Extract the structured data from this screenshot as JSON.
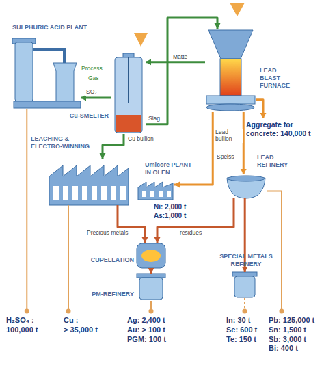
{
  "diagram": {
    "nodes": [
      {
        "text": [
          "SULPHURIC ACID PLANT"
        ]
      },
      {
        "text": [
          "Cu-SMELTER"
        ]
      },
      {
        "text": [
          "LEAD BLAST FURNACE"
        ]
      },
      {
        "text": [
          "Aggregate for concrete: 140,000 t"
        ]
      },
      {
        "text": [
          "LEACHING & ELECTRO-WINNING"
        ]
      },
      {
        "text": [
          "Umicore PLANT IN OLEN",
          "Ni: 2,000 t",
          "As:1,000 t"
        ]
      },
      {
        "text": [
          "LEAD REFINERY"
        ]
      },
      {
        "text": [
          "CUPELLATION"
        ]
      },
      {
        "text": [
          "PM-REFINERY"
        ]
      },
      {
        "text": [
          "SPECIAL METALS REFINERY"
        ]
      },
      {
        "text": [
          "H₂SO₄ :",
          "100,000 t"
        ]
      },
      {
        "text": [
          "Cu :",
          "> 35,000 t"
        ]
      },
      {
        "text": [
          "Ag: 2,400 t",
          "Au: > 100 t",
          "PGM: 100 t"
        ]
      },
      {
        "text": [
          "In: 30 t",
          "Se: 600 t",
          "Te: 150 t"
        ]
      },
      {
        "text": [
          "Pb: 125,000 t",
          "Sn: 1,500 t",
          "Sb: 3,000 t",
          "Bi: 400 t"
        ]
      }
    ],
    "edges": [
      {
        "from": 1,
        "to": 0,
        "label": "SO₂",
        "arrow": "to"
      },
      {
        "from": 2,
        "to": 1,
        "label": "Matte",
        "arrow": "to"
      },
      {
        "from": 1,
        "to": 2,
        "label": "Slag",
        "arrow": "to"
      },
      {
        "from": 1,
        "to": 4,
        "label": "Cu bullion",
        "arrow": "to"
      },
      {
        "from": 2,
        "to": 6,
        "label": "Lead bullion",
        "arrow": "to"
      },
      {
        "from": 2,
        "to": 5,
        "label": "Speiss",
        "arrow": "to"
      },
      {
        "from": 2,
        "to": 3,
        "arrow": "to"
      },
      {
        "from": 4,
        "to": 7,
        "label": "Precious metals",
        "arrow": "to"
      },
      {
        "from": 6,
        "to": 7,
        "label": "residues",
        "arrow": "to"
      },
      {
        "from": 6,
        "to": 9,
        "arrow": "to"
      },
      {
        "from": 7,
        "to": 8,
        "arrow": "to"
      },
      {
        "from": 0,
        "to": 10,
        "arrow": "none"
      },
      {
        "from": 4,
        "to": 11,
        "arrow": "none"
      },
      {
        "from": 8,
        "to": 12,
        "arrow": "none"
      },
      {
        "from": 9,
        "to": 13,
        "arrow": "none"
      },
      {
        "from": 6,
        "to": 14,
        "arrow": "none"
      }
    ],
    "labels": [
      "Process",
      "Gas"
    ]
  }
}
